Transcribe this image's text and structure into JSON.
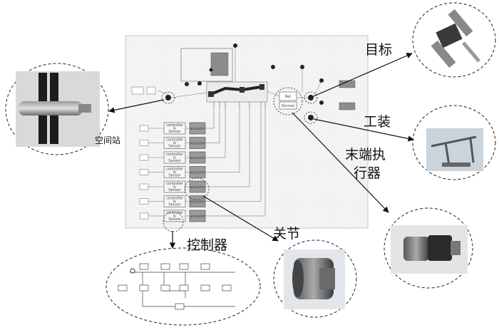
{
  "labels": {
    "space_station": "空间站",
    "target": "目标",
    "fixture": "工装",
    "end_effector_line1": "末端执",
    "end_effector_line2": "行器",
    "joint": "关节",
    "controller": "控制器"
  },
  "blocks": {
    "controller": [
      "controller",
      "&",
      "Sensor"
    ],
    "actuator": "actuator",
    "ee_block": [
      "Ref",
      "Normal"
    ]
  },
  "rows": 7
}
